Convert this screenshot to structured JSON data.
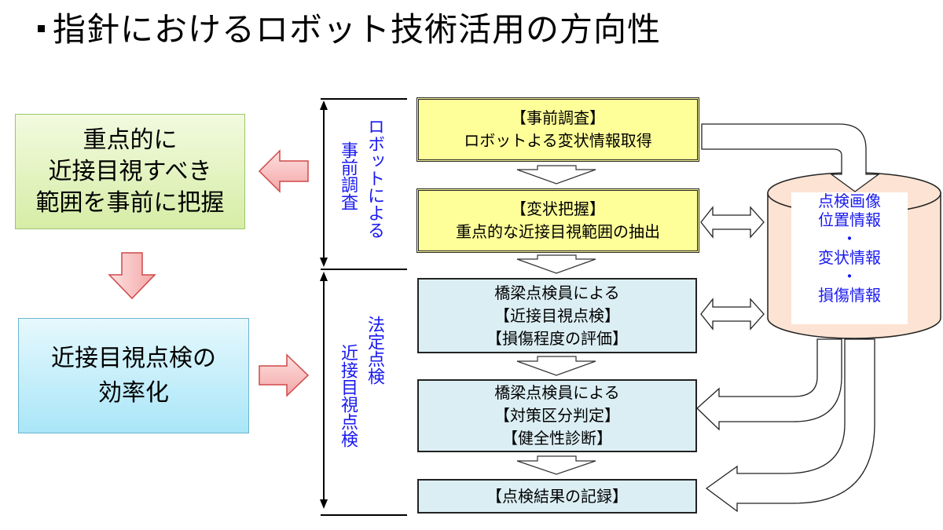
{
  "title": "指針におけるロボット技術活用の方向性",
  "left_panel": {
    "goal_box": {
      "lines": [
        "重点的に",
        "近接目視すべき",
        "範囲を事前に把握"
      ],
      "fill": "#dff0b8"
    },
    "result_box": {
      "lines": [
        "近接目視点検の",
        "効率化"
      ],
      "fill": "#bdeefb"
    }
  },
  "phase_labels": {
    "robot_survey": {
      "col1": "ロボットによる",
      "col2": "事前調査"
    },
    "legal_inspection": {
      "col1": "法定点検",
      "col2": "近接目視点検"
    }
  },
  "flow_steps": [
    {
      "lines": [
        "【事前調査】",
        "ロボットよる変状情報取得"
      ],
      "fill": "#ffff99"
    },
    {
      "lines": [
        "【変状把握】",
        "重点的な近接目視範囲の抽出"
      ],
      "fill": "#ffff99"
    },
    {
      "lines": [
        "橋梁点検員による",
        "【近接目視点検】",
        "【損傷程度の評価】"
      ],
      "fill": "#dbeef4"
    },
    {
      "lines": [
        "橋梁点検員による",
        "【対策区分判定】",
        "【健全性診断】"
      ],
      "fill": "#dbeef4"
    },
    {
      "lines": [
        "【点検結果の記録】"
      ],
      "fill": "#dbeef4"
    }
  ],
  "database": {
    "lines": [
      "点検画像",
      "位置情報",
      "・",
      "変状情報",
      "・",
      "損傷情報"
    ],
    "fill": "#fde3d3"
  },
  "colors": {
    "label_blue": "#1a1af0",
    "arrow_red": "#f7b8b8",
    "arrow_red_stroke": "#d04848"
  }
}
